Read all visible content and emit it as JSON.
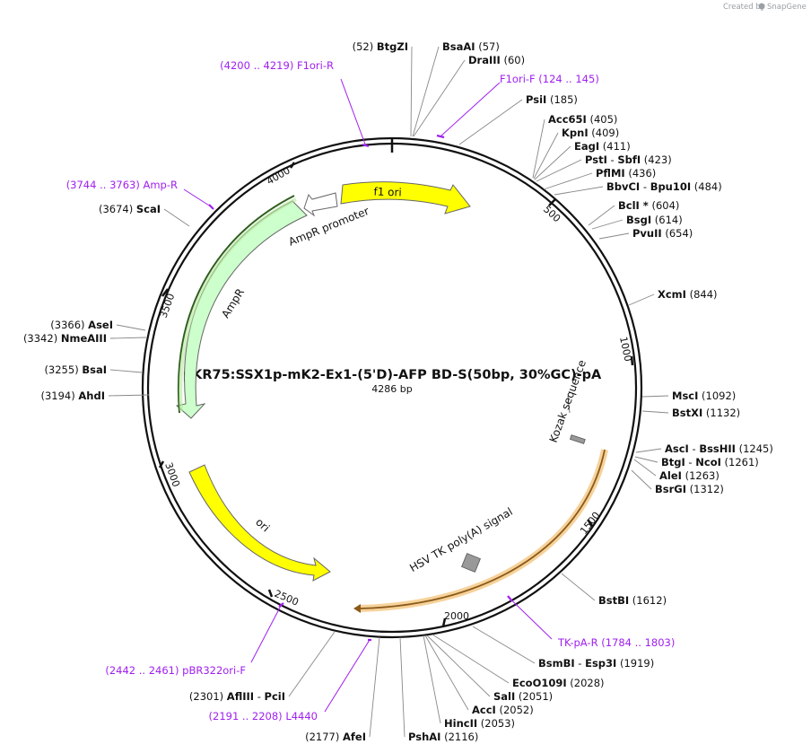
{
  "credit": {
    "prefix": "Created by",
    "brand": "SnapGene"
  },
  "title": "pKR75:SSX1p-mK2-Ex1-(5'D)-AFP BD-S(50bp, 30%GC)-pA",
  "length_label": "4286 bp",
  "ticks": [
    "500",
    "1000",
    "1500",
    "2000",
    "2500",
    "3000",
    "3500",
    "4000"
  ],
  "features": [
    {
      "name": "f1 ori",
      "color": "#ffff00"
    },
    {
      "name": "AmpR promoter",
      "color": "#ffffff"
    },
    {
      "name": "AmpR",
      "color": "#ccffcc"
    },
    {
      "name": "ori",
      "color": "#ffff00"
    },
    {
      "name": "HSV TK poly(A) signal",
      "color": "#999999"
    },
    {
      "name": "Kozak sequence",
      "color": "#999999"
    }
  ],
  "enzymes": [
    {
      "name": "BtgZI",
      "pos": "(52)"
    },
    {
      "name": "BsaAI",
      "pos": "(57)"
    },
    {
      "name": "DraIII",
      "pos": "(60)"
    },
    {
      "name": "PsiI",
      "pos": "(185)"
    },
    {
      "name": "Acc65I",
      "pos": "(405)"
    },
    {
      "name": "KpnI",
      "pos": "(409)"
    },
    {
      "name": "EagI",
      "pos": "(411)"
    },
    {
      "name": "PstI",
      "name2": "SbfI",
      "pos": "(423)"
    },
    {
      "name": "PflMI",
      "pos": "(436)"
    },
    {
      "name": "BbvCI",
      "name2": "Bpu10I",
      "pos": "(484)"
    },
    {
      "name": "BclI *",
      "pos": "(604)"
    },
    {
      "name": "BsgI",
      "pos": "(614)"
    },
    {
      "name": "PvuII",
      "pos": "(654)"
    },
    {
      "name": "XcmI",
      "pos": "(844)"
    },
    {
      "name": "MscI",
      "pos": "(1092)"
    },
    {
      "name": "BstXI",
      "pos": "(1132)"
    },
    {
      "name": "AscI",
      "name2": "BssHII",
      "pos": "(1245)"
    },
    {
      "name": "BtgI",
      "name2": "NcoI",
      "pos": "(1261)"
    },
    {
      "name": "AleI",
      "pos": "(1263)"
    },
    {
      "name": "BsrGI",
      "pos": "(1312)"
    },
    {
      "name": "BstBI",
      "pos": "(1612)"
    },
    {
      "name": "BsmBI",
      "name2": "Esp3I",
      "pos": "(1919)"
    },
    {
      "name": "EcoO109I",
      "pos": "(2028)"
    },
    {
      "name": "SalI",
      "pos": "(2051)"
    },
    {
      "name": "AccI",
      "pos": "(2052)"
    },
    {
      "name": "HincII",
      "pos": "(2053)"
    },
    {
      "name": "PshAI",
      "pos": "(2116)"
    },
    {
      "name": "AfeI",
      "pos": "(2177)"
    },
    {
      "name": "AflIII",
      "name2": "PciI",
      "pos": "(2301)"
    },
    {
      "name": "AhdI",
      "pos": "(3194)"
    },
    {
      "name": "BsaI",
      "pos": "(3255)"
    },
    {
      "name": "NmeAIII",
      "pos": "(3342)"
    },
    {
      "name": "AseI",
      "pos": "(3366)"
    },
    {
      "name": "ScaI",
      "pos": "(3674)"
    }
  ],
  "primers": [
    {
      "name": "F1ori-R",
      "range": "(4200 .. 4219)"
    },
    {
      "name": "F1ori-F",
      "range": "(124 .. 145)"
    },
    {
      "name": "Amp-R",
      "range": "(3744 .. 3763)"
    },
    {
      "name": "TK-pA-R",
      "range": "(1784 .. 1803)"
    },
    {
      "name": "pBR322ori-F",
      "range": "(2442 .. 2461)"
    },
    {
      "name": "L4440",
      "range": "(2191 .. 2208)"
    }
  ]
}
